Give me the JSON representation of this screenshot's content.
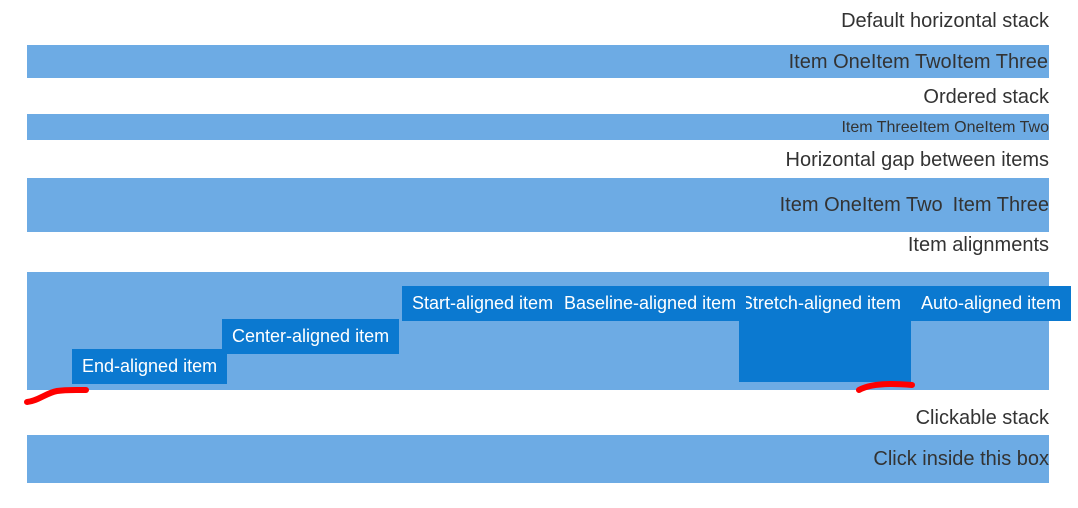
{
  "page": {
    "direction": "rtl",
    "background": "#ffffff",
    "panel_color": "#6DABE4",
    "item_color": "#0B79D0",
    "text_color": "#333333",
    "item_text_color": "#ffffff",
    "annotation_color": "#FF0000"
  },
  "sections": {
    "default_stack": {
      "label": "Default horizontal stack",
      "items": [
        {
          "text": "Item Three"
        },
        {
          "text": "Item Two"
        },
        {
          "text": "Item One"
        }
      ]
    },
    "ordered_stack": {
      "label": "Ordered stack",
      "items": [
        {
          "text": "Item Two"
        },
        {
          "text": "Item One"
        },
        {
          "text": "Item Three"
        }
      ]
    },
    "gap_stack": {
      "label": "Horizontal gap between items",
      "items": [
        {
          "text": "Item Three"
        },
        {
          "text": "Item Two"
        },
        {
          "text": "Item One"
        }
      ]
    },
    "alignments": {
      "label": "Item alignments",
      "items": [
        {
          "text": "Auto-aligned item",
          "alignment": "auto"
        },
        {
          "text": "Stretch-aligned item",
          "alignment": "stretch"
        },
        {
          "text": "Baseline-aligned item",
          "alignment": "baseline"
        },
        {
          "text": "Start-aligned item",
          "alignment": "start"
        },
        {
          "text": "Center-aligned item",
          "alignment": "center"
        },
        {
          "text": "End-aligned item",
          "alignment": "end"
        }
      ]
    },
    "clickable_stack": {
      "label": "Clickable stack",
      "items": [
        {
          "text": "Click inside this box"
        }
      ]
    }
  },
  "annotations": [
    {
      "name": "red-mark-left",
      "shape": "freehand-stroke"
    },
    {
      "name": "red-mark-right",
      "shape": "freehand-stroke"
    }
  ]
}
